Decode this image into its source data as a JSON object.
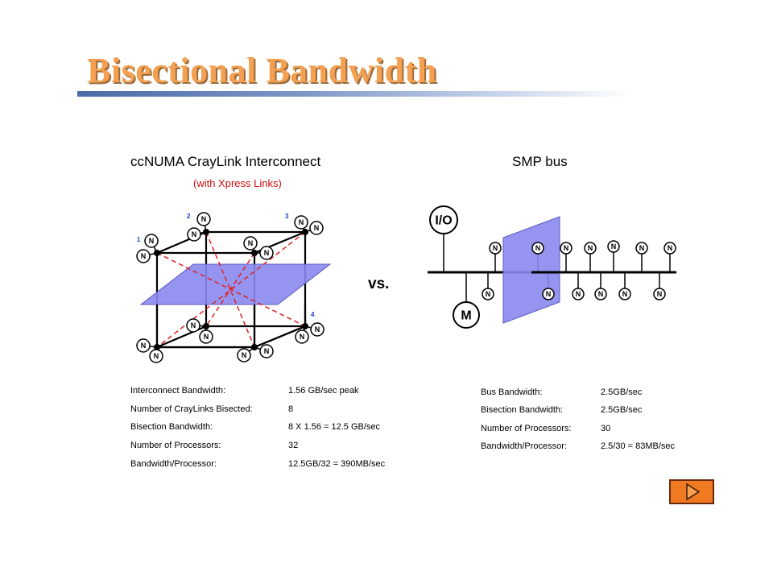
{
  "slide": {
    "title": "Bisectional Bandwidth"
  },
  "left_diagram": {
    "heading": "ccNUMA CrayLink Interconnect",
    "subheading": "(with Xpress Links)",
    "node_label": "N",
    "corner_numbers": [
      "1",
      "2",
      "3",
      "4"
    ]
  },
  "vs_label": "vs.",
  "right_diagram": {
    "heading": "SMP bus",
    "io_label": "I/O",
    "memory_label": "M",
    "node_label": "N"
  },
  "left_table": {
    "rows": [
      {
        "label": "Interconnect Bandwidth:",
        "value": "1.56 GB/sec peak"
      },
      {
        "label": "Number of CrayLinks Bisected:",
        "value": "8"
      },
      {
        "label": "Bisection Bandwidth:",
        "value": "8 X 1.56 = 12.5 GB/sec"
      },
      {
        "label": "Number of Processors:",
        "value": "32"
      },
      {
        "label": "Bandwidth/Processor:",
        "value": "12.5GB/32 =  390MB/sec"
      }
    ]
  },
  "right_table": {
    "rows": [
      {
        "label": "Bus Bandwidth:",
        "value": "2.5GB/sec"
      },
      {
        "label": "Bisection Bandwidth:",
        "value": "2.5GB/sec"
      },
      {
        "label": "Number of Processors:",
        "value": "30"
      },
      {
        "label": "Bandwidth/Processor:",
        "value": "2.5/30 = 83MB/sec"
      }
    ]
  },
  "colors": {
    "title": "#f4a050",
    "plane": "#8a8af0",
    "xpress_links": "#e02020",
    "corner_numbers": "#1a3ec8",
    "nav_button": "#f07a22"
  },
  "nav": {
    "icon": "play-triangle-icon"
  }
}
